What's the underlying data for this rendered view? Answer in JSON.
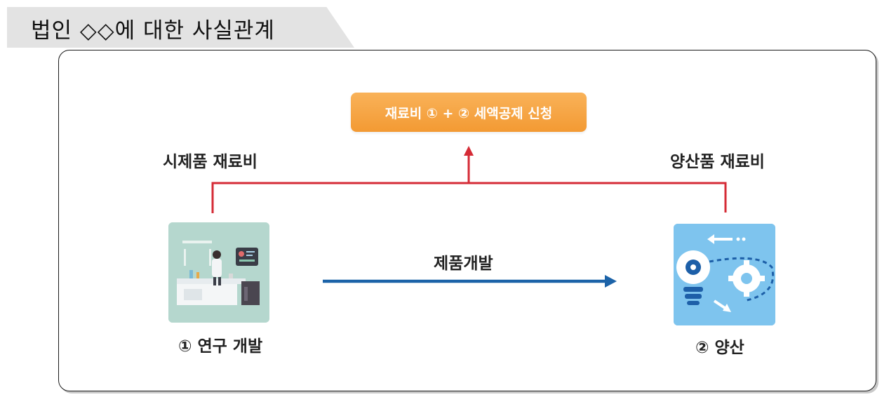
{
  "header": {
    "title": "법인 ◇◇에 대한 사실관계"
  },
  "diagram": {
    "apply_box": "재료비 ① + ② 세액공제 신청",
    "left_cost": "시제품 재료비",
    "right_cost": "양산품 재료비",
    "flow_label": "제품개발",
    "left_node": "① 연구 개발",
    "right_node": "② 양산"
  },
  "colors": {
    "accent_orange": "#f5a444",
    "connector_red": "#d52b36",
    "flow_blue": "#1c63a8"
  }
}
